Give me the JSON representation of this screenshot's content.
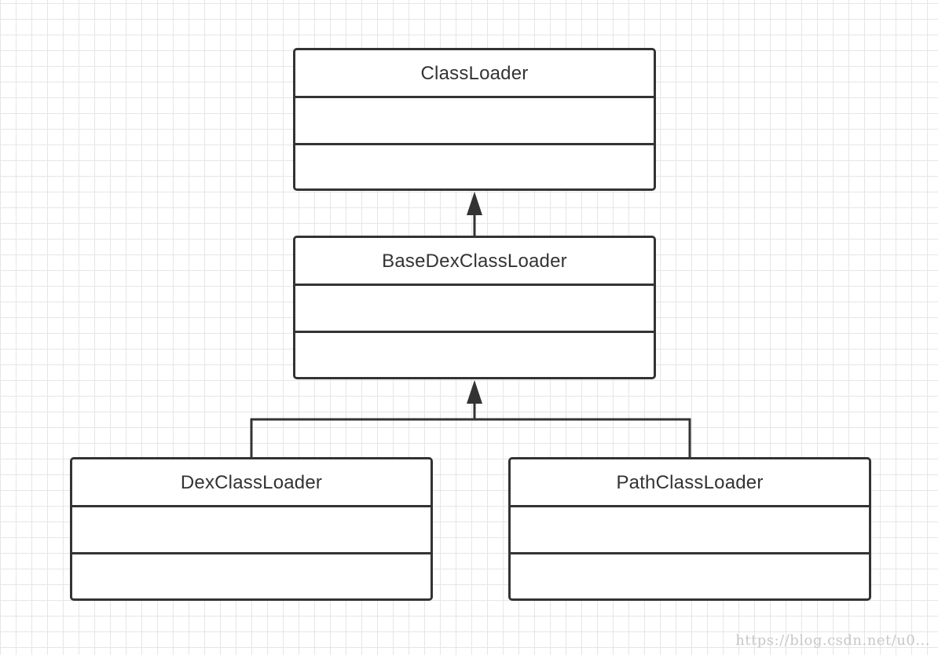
{
  "classes": {
    "classloader": "ClassLoader",
    "basedexclassloader": "BaseDexClassLoader",
    "dexclassloader": "DexClassLoader",
    "pathclassloader": "PathClassLoader"
  },
  "watermark": "https://blog.csdn.net/u0...",
  "colors": {
    "line": "#333333",
    "grid": "#e6e6e6",
    "background": "#ffffff"
  }
}
